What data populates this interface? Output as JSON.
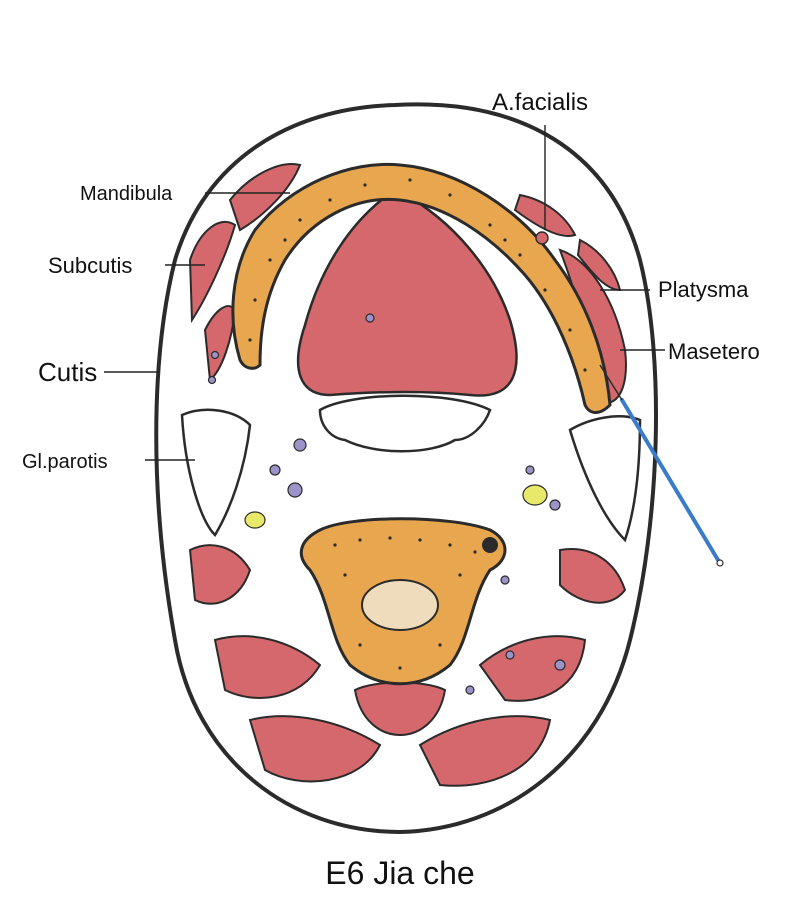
{
  "labels": {
    "facialis": "A.facialis",
    "mandibula": "Mandibula",
    "subcutis": "Subcutis",
    "platysma": "Platysma",
    "masetero": "Masetero",
    "cutis": "Cutis",
    "parotis": "Gl.parotis"
  },
  "caption": "E6 Jia che",
  "colors": {
    "muscle": "#d4686c",
    "bone": "#e8a74e",
    "outline": "#2b2b2b",
    "needle": "#3a7cc8",
    "vessel": "#9c93c9",
    "nerve": "#e8e86a",
    "marrow": "#eedcbc"
  }
}
